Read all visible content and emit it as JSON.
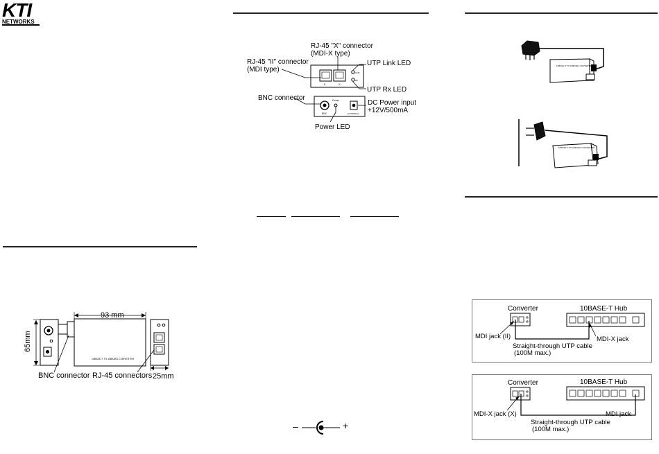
{
  "logo": {
    "brand": "KTI",
    "subtitle": "NETWORKS"
  },
  "panel_diagram": {
    "rj45_x_connector": "RJ-45 \"X\" connector",
    "mdix_type": "(MDI-X type)",
    "rj45_ii_connector": "RJ-45 \"II\" connector",
    "mdi_type": "(MDI type)",
    "utp_link_led": "UTP Link LED",
    "utp_rx_led": "UTP Rx LED",
    "bnc_connector": "BNC connector",
    "dc_power_input": "DC Power input",
    "dc_power_rating": "+12V/500mA",
    "power_led": "Power LED",
    "port_ii": "II",
    "port_x": "X",
    "led_link": "LINK",
    "led_rx": "RX",
    "bnc": "BNC",
    "power": "Power",
    "dc_small": "+12V/500mA"
  },
  "dimensions": {
    "length": "93 mm",
    "height": "65mm",
    "width": "25mm",
    "bnc_connector": "BNC connector",
    "rj45_connectors": "RJ-45 connectors",
    "product_text": "10BASE-T TO 10BASE2 CONVERTER"
  },
  "adapter_diagram": {
    "device_text_top": "10BASE-T TO 10BASE2 CONVERTER",
    "device_text_bottom": "10BASE-T TO 10BASE2 CONVERTER"
  },
  "polarity": {
    "minus": "–",
    "plus": "+"
  },
  "connection_1": {
    "converter": "Converter",
    "hub": "10BASE-T Hub",
    "jack_left": "MDI jack (II)",
    "jack_right": "MDI-X jack",
    "cable": "Straight-through UTP cable",
    "cable_max": "(100M max.)"
  },
  "connection_2": {
    "converter": "Converter",
    "hub": "10BASE-T Hub",
    "jack_left": "MDI-X jack (X)",
    "jack_right": "MDI jack",
    "cable": "Straight-through UTP cable",
    "cable_max": "(100M max.)"
  }
}
